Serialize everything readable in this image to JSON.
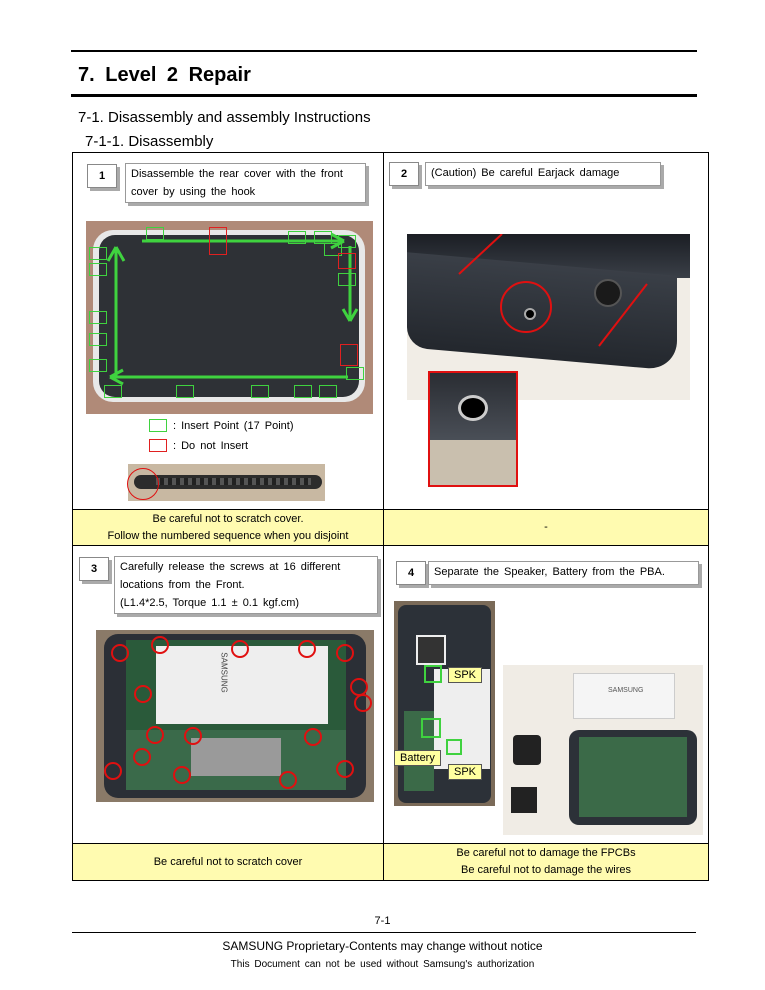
{
  "chapter_title": "7.  Level  2  Repair",
  "section_title": "7-1.  Disassembly  and  assembly  Instructions",
  "subsection_title": "7-1-1.  Disassembly",
  "steps": [
    {
      "num": "1",
      "lines": [
        "Disassemble  the  rear  cover  with  the  front",
        "cover  by  using  the  hook"
      ]
    },
    {
      "num": "2",
      "lines": [
        "(Caution)  Be  careful  Earjack  damage"
      ]
    },
    {
      "num": "3",
      "lines": [
        "Carefully  release  the  screws  at  16  different",
        "locations  from  the  Front.",
        "(L1.4*2.5,  Torque  1.1  ±  0.1  kgf.cm)"
      ]
    },
    {
      "num": "4",
      "lines": [
        "Separate  the  Speaker, Battery  from  the  PBA."
      ]
    }
  ],
  "legend": {
    "insert": ":  Insert  Point  (17  Point)",
    "no_insert": ":  Do  not  Insert",
    "insert_color": "#3fd23f",
    "no_insert_color": "#e02020"
  },
  "notes": {
    "step1": [
      "Be  careful  not  to  scratch  cover.",
      "Follow  the  numbered  sequence  when  you  disjoint"
    ],
    "step2": [
      "-"
    ],
    "step3": [
      "Be  careful  not  to  scratch  cover"
    ],
    "step4": [
      "Be  careful  not  to  damage  the  FPCBs",
      "Be  careful  not  to  damage  the  wires"
    ]
  },
  "labels": {
    "spk1": "SPK",
    "battery": "Battery",
    "spk2": "SPK"
  },
  "device_text": {
    "brand": "SAMSUNG"
  },
  "colors": {
    "note_background": "#fffbb0",
    "highlight_red": "#e01010",
    "insert_green": "#3fd23f"
  },
  "footer": {
    "page": "7-1",
    "line1": "SAMSUNG Proprietary-Contents may change without notice",
    "line2": "This  Document  can  not  be  used  without  Samsung's  authorization"
  }
}
